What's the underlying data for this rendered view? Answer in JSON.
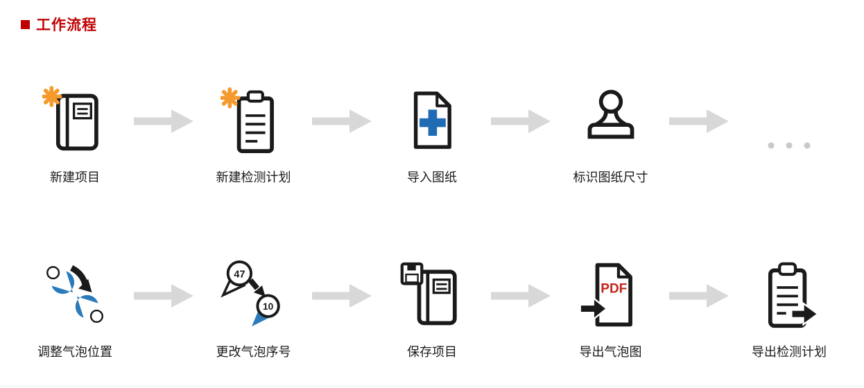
{
  "header": {
    "title": "工作流程",
    "accent_color": "#c00000"
  },
  "flow": {
    "arrow_color": "#d8d8d8",
    "colors": {
      "asterisk_orange": "#f59b2d",
      "plus_blue": "#1f6cb4",
      "bubble_blue": "#2b7ab9",
      "pdf_red": "#c2251c",
      "outline_black": "#1a1a1a",
      "dots_gray": "#c9c9c9"
    },
    "rows": [
      {
        "steps": [
          {
            "label": "新建项目"
          },
          {
            "label": "新建检测计划"
          },
          {
            "label": "导入图纸"
          },
          {
            "label": "标识图纸尺寸"
          },
          {
            "label": "",
            "ellipsis": true
          }
        ]
      },
      {
        "steps": [
          {
            "label": "调整气泡位置"
          },
          {
            "label": "更改气泡序号",
            "bubbles": [
              "47",
              "10"
            ]
          },
          {
            "label": "保存项目"
          },
          {
            "label": "导出气泡图",
            "badge": "PDF"
          },
          {
            "label": "导出检测计划"
          }
        ]
      }
    ]
  }
}
